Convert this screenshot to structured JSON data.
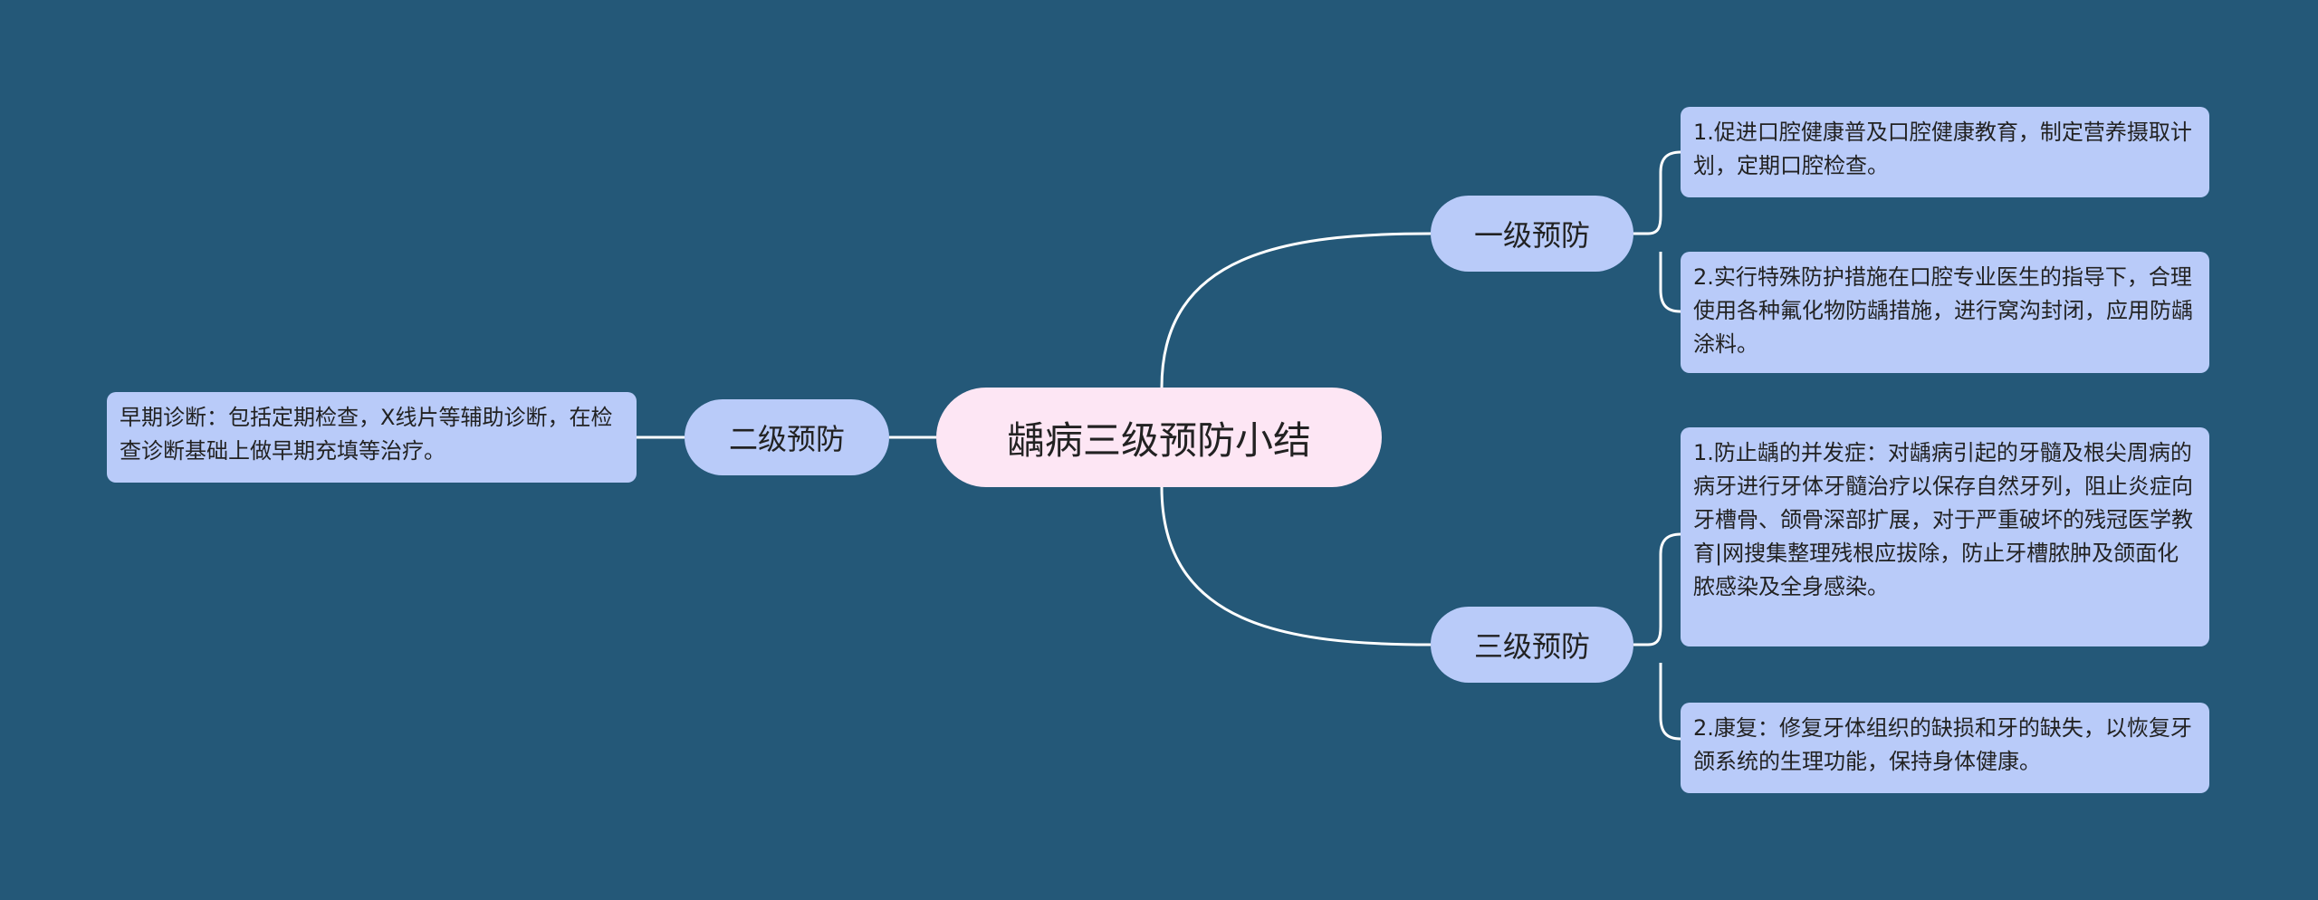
{
  "root": {
    "label": "龋病三级预防小结"
  },
  "branches": {
    "primary": {
      "label": "一级预防",
      "items": [
        "1.促进口腔健康普及口腔健康教育，制定营养摄取计划，定期口腔检查。",
        "2.实行特殊防护措施在口腔专业医生的指导下，合理使用各种氟化物防龋措施，进行窝沟封闭，应用防龋涂料。"
      ]
    },
    "secondary": {
      "label": "二级预防",
      "items": [
        "早期诊断：包括定期检查，X线片等辅助诊断，在检查诊断基础上做早期充填等治疗。"
      ]
    },
    "tertiary": {
      "label": "三级预防",
      "items": [
        "1.防止龋的并发症：对龋病引起的牙髓及根尖周病的病牙进行牙体牙髓治疗以保存自然牙列，阻止炎症向牙槽骨、颌骨深部扩展，对于严重破坏的残冠医学教育|网搜集整理残根应拔除，防止牙槽脓肿及颌面化脓感染及全身感染。",
        "2.康复：修复牙体组织的缺损和牙的缺失，以恢复牙颌系统的生理功能，保持身体健康。"
      ]
    }
  },
  "colors": {
    "background": "#245878",
    "root_fill": "#fde6f4",
    "node_fill": "#b9cbf9",
    "connector": "#ffffff"
  }
}
